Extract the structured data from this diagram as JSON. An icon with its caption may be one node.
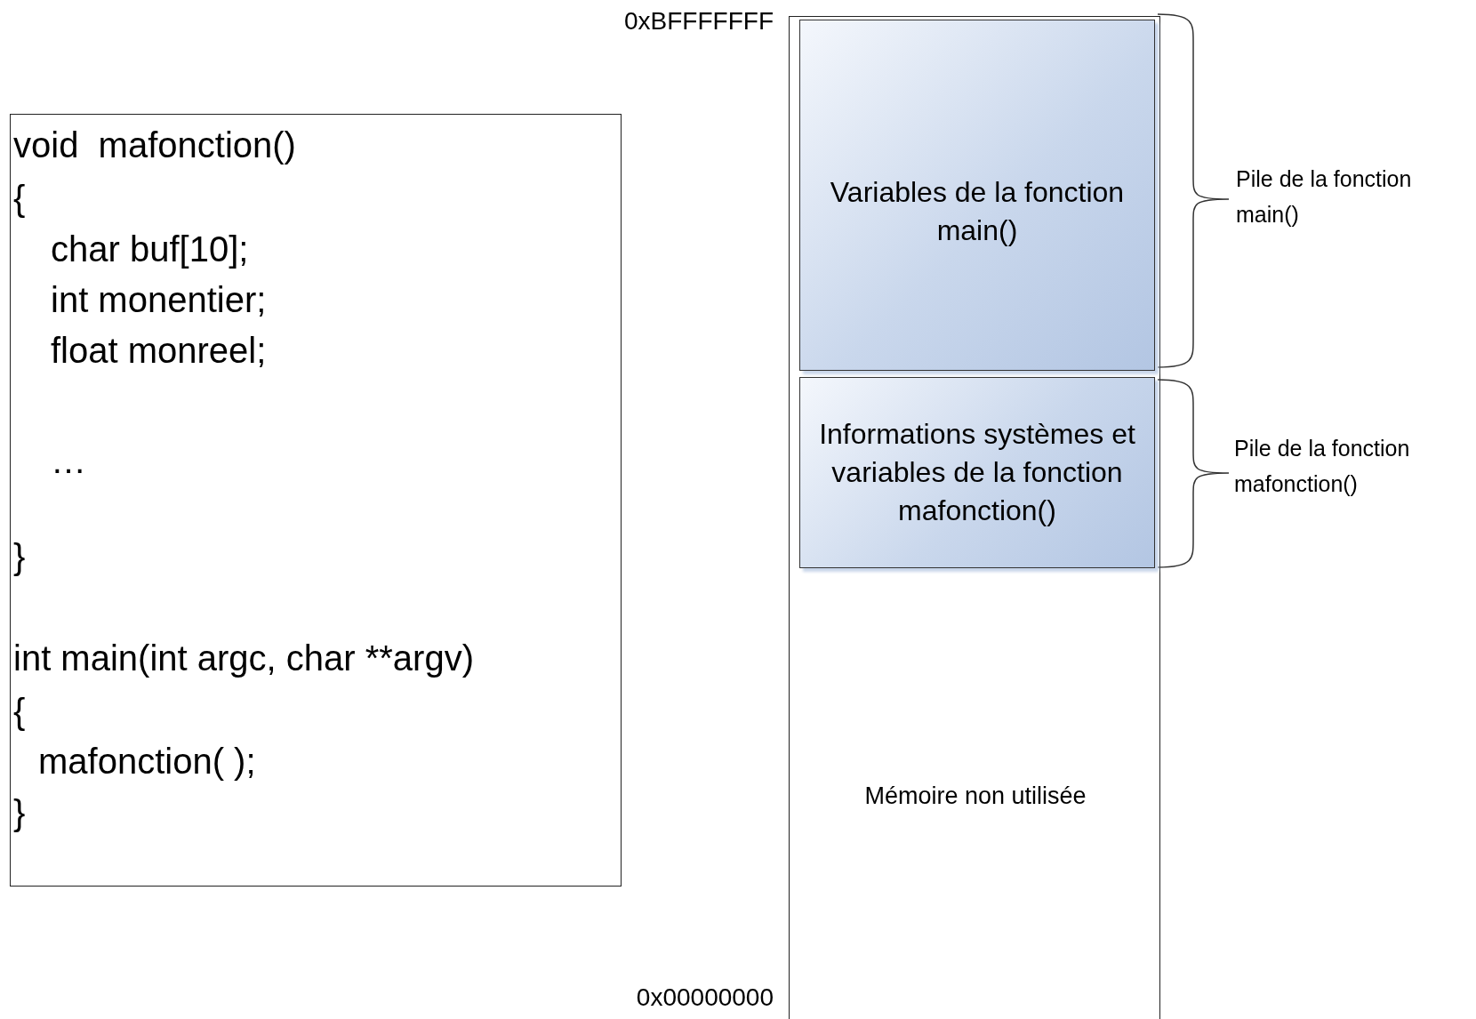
{
  "diagram": {
    "nodes": [
      {
        "text": [
          "void  mafonction()",
          "{",
          "char buf[10];",
          "int monentier;",
          "float monreel;",
          "…",
          "}",
          "int main(int argc, char **argv)",
          "{",
          "mafonction( );",
          "}"
        ]
      },
      {
        "text": [
          "Mémoire non utilisée"
        ]
      },
      {
        "text": [
          "Variables de la fonction main()"
        ],
        "in": 1
      },
      {
        "text": [
          "Informations systèmes et variables de la fonction mafonction()"
        ],
        "in": 1
      }
    ],
    "labels": [
      "0xBFFFFFFF",
      "Pile de la fonction main()",
      "Pile de la fonction mafonction()",
      "0x00000000"
    ]
  }
}
